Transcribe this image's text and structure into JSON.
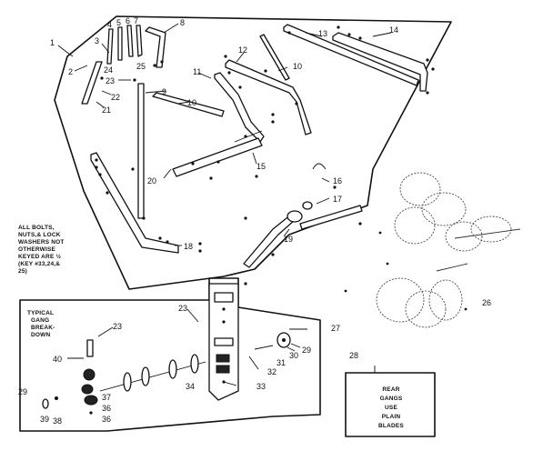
{
  "callouts": {
    "c1": "1",
    "c2": "2",
    "c3": "3",
    "c4": "4",
    "c5": "5",
    "c6": "6",
    "c7": "7",
    "c8": "8",
    "c9": "9",
    "c10a": "10",
    "c10b": "10",
    "c11": "11",
    "c12": "12",
    "c13": "13",
    "c14": "14",
    "c15": "15",
    "c16": "16",
    "c17": "17",
    "c18": "18",
    "c19": "19",
    "c20": "20",
    "c21": "21",
    "c22": "22",
    "c23a": "23",
    "c23b": "23",
    "c23c": "23",
    "c24": "24",
    "c25": "25",
    "c26": "26",
    "c27": "27",
    "c28": "28",
    "c29a": "29",
    "c29b": "29",
    "c30": "30",
    "c31": "31",
    "c32": "32",
    "c33": "33",
    "c34": "34",
    "c36a": "36",
    "c36b": "36",
    "c37": "37",
    "c38": "38",
    "c39": "39",
    "c40": "40"
  },
  "notes": {
    "bolts": [
      "ALL BOLTS,",
      "NUTS,& LOCK",
      "WASHERS NOT",
      "OTHERWISE",
      "KEYED ARE ½",
      "(KEY #33,24,&",
      "25)"
    ],
    "gang": [
      "TYPICAL",
      "GANG",
      "BREAK-",
      "DOWN"
    ],
    "rear": [
      "REAR",
      "GANGS",
      "USE",
      "PLAIN",
      "BLADES"
    ]
  }
}
